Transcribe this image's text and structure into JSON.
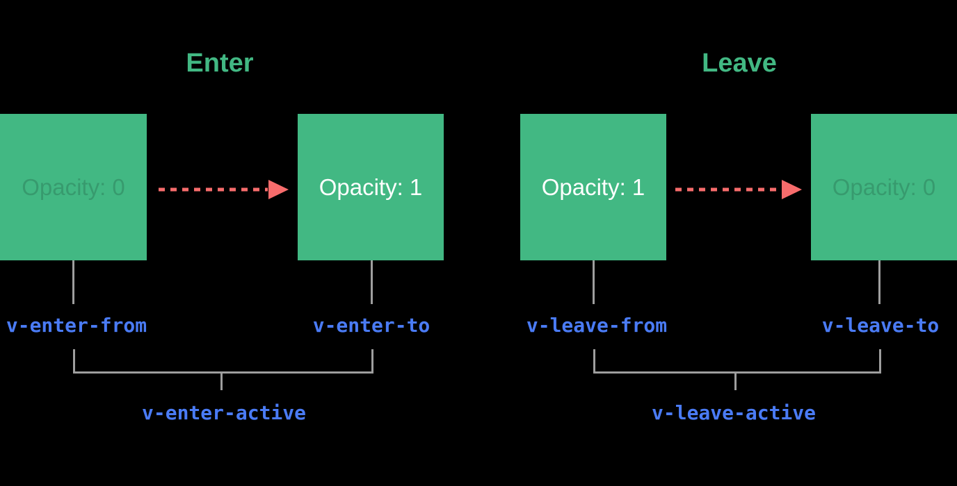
{
  "colors": {
    "green": "#42b883",
    "blue": "#4a7bf5",
    "red": "#f76c6c",
    "gray": "#9e9e9e",
    "bg": "#000000"
  },
  "enter": {
    "title": "Enter",
    "from_box": {
      "text": "Opacity: 0"
    },
    "to_box": {
      "text": "Opacity: 1"
    },
    "from_label": "v-enter-from",
    "to_label": "v-enter-to",
    "active_label": "v-enter-active"
  },
  "leave": {
    "title": "Leave",
    "from_box": {
      "text": "Opacity: 1"
    },
    "to_box": {
      "text": "Opacity: 0"
    },
    "from_label": "v-leave-from",
    "to_label": "v-leave-to",
    "active_label": "v-leave-active"
  }
}
